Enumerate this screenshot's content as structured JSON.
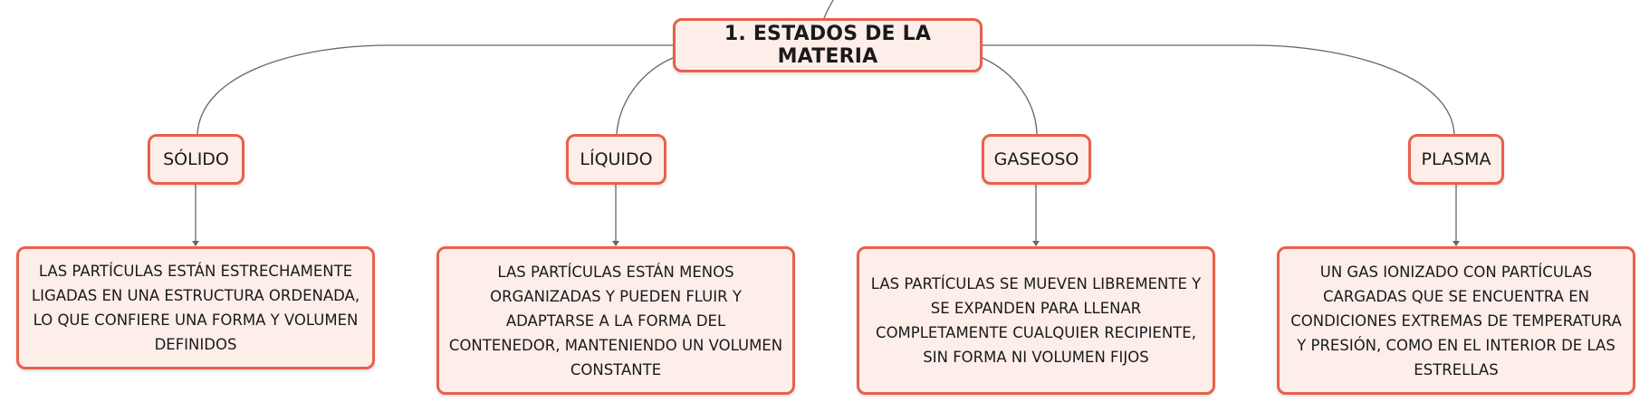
{
  "root": {
    "label": "1. ESTADOS DE LA MATERIA"
  },
  "states": [
    {
      "label": "SÓLIDO",
      "description": "LAS PARTÍCULAS ESTÁN ESTRECHAMENTE LIGADAS EN UNA ESTRUCTURA ORDENADA, LO QUE CONFIERE UNA FORMA Y VOLUMEN DEFINIDOS"
    },
    {
      "label": "LÍQUIDO",
      "description": "LAS PARTÍCULAS ESTÁN MENOS ORGANIZADAS Y PUEDEN FLUIR Y ADAPTARSE A LA FORMA DEL CONTENEDOR, MANTENIENDO UN VOLUMEN CONSTANTE"
    },
    {
      "label": "GASEOSO",
      "description": "LAS PARTÍCULAS SE MUEVEN LIBREMENTE Y SE EXPANDEN PARA LLENAR COMPLETAMENTE CUALQUIER RECIPIENTE, SIN FORMA NI VOLUMEN FIJOS"
    },
    {
      "label": "PLASMA",
      "description": "UN GAS IONIZADO CON PARTÍCULAS CARGADAS QUE SE ENCUENTRA EN CONDICIONES EXTREMAS DE TEMPERATURA Y PRESIÓN, COMO EN EL INTERIOR DE LAS ESTRELLAS"
    }
  ],
  "colors": {
    "node_border": "#e8604c",
    "node_fill": "#fdeeea",
    "connector": "#666666",
    "text": "#1a1a1a"
  }
}
